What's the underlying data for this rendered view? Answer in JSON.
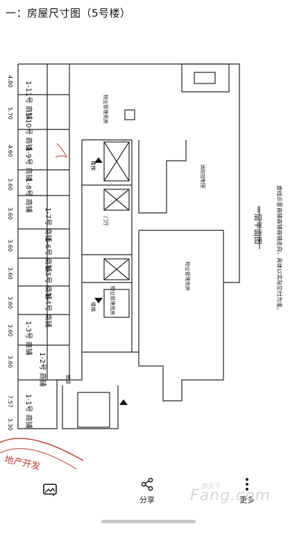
{
  "header": {
    "title": "一：房屋尺寸图（5号楼）"
  },
  "plan": {
    "vertical_title": "一层平面图",
    "note": "虚线示意商铺商铺商铺走向，具体以实际交付为准。",
    "units": [
      {
        "label": "1-11号 商铺",
        "width": "4.80"
      },
      {
        "label": "1-10号 商铺",
        "width": "5.70"
      },
      {
        "label": "1-9号 商铺",
        "width": "4.60"
      },
      {
        "label": "1-8号 商铺",
        "width": "3.60"
      },
      {
        "label": "1-7号 商铺",
        "width": "3.60"
      },
      {
        "label": "1-6号 商铺",
        "width": "3.60"
      },
      {
        "label": "1-5号 商铺",
        "width": "3.60"
      },
      {
        "label": "1-4号 商铺",
        "width": "3.60"
      },
      {
        "label": "1-3号 商铺",
        "width": "3.60"
      },
      {
        "label": "1-2号 商铺",
        "width": "3.60"
      },
      {
        "label": "1-1号 商铺",
        "width": "7.57"
      }
    ],
    "bottom_dim": "3.30",
    "rooms": {
      "room1": "物业管理用房",
      "room2": "消防控制室",
      "room3": "物业管理用房",
      "room4": "物业管理用房",
      "lobby": "门厅",
      "stair1": "楼梯",
      "stair2": "楼梯",
      "ramp": "坡道"
    },
    "stamp_text": "地产开发"
  },
  "toolbar": {
    "image_label": "",
    "share_label": "分享",
    "more_label": "更多"
  },
  "watermark": {
    "text": "Fang.com",
    "small": "房天下"
  }
}
